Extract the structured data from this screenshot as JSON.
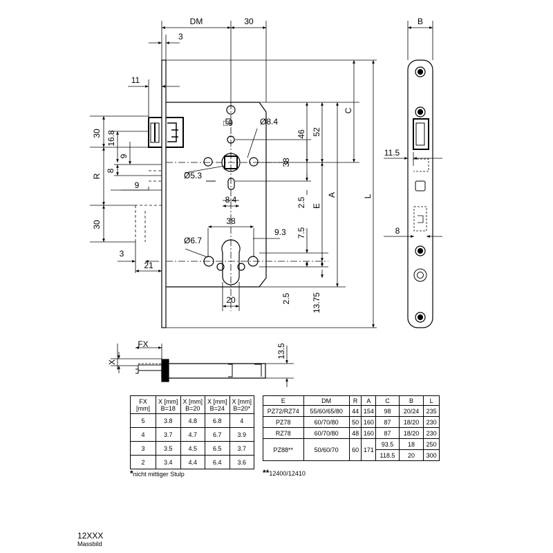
{
  "drawing": {
    "front": {
      "labels": {
        "dm": "DM",
        "d30_top": "30",
        "d3_top": "3",
        "d11": "11",
        "d30_left": "30",
        "d16_8": "16.8",
        "d9a": "9",
        "d8": "8",
        "r": "R",
        "d9b": "9",
        "d30_lower": "30",
        "d3_lower": "3",
        "d21": "21",
        "sq9": "□9",
        "dia8_4": "Ø8.4",
        "dia5_3": "Ø5.3",
        "d8_4": "8.4",
        "d38_h": "38",
        "dia6_7": "Ø6.7",
        "d9_3": "9.3",
        "d20": "20",
        "v46": "46",
        "v52": "52",
        "vC": "C",
        "v38": "38",
        "v2_5a": "2.5",
        "vE": "E",
        "vA": "A",
        "vL": "L",
        "v7_5": "7.5",
        "v2_5b": "2.5",
        "v13_75": "13.75"
      }
    },
    "side": {
      "labels": {
        "b": "B",
        "d11_5": "11.5",
        "d8": "8"
      }
    },
    "bottom": {
      "labels": {
        "fx": "FX",
        "x": "X",
        "d13_5": "13.5"
      }
    }
  },
  "table_fx": {
    "header": [
      [
        "FX",
        "[mm]"
      ],
      [
        "X [mm]",
        "B=18"
      ],
      [
        "X [mm]",
        "B=20"
      ],
      [
        "X [mm]",
        "B=24"
      ],
      [
        "X [mm]",
        "B=20*"
      ]
    ],
    "rows": [
      [
        "5",
        "3.8",
        "4.8",
        "6.8",
        "4"
      ],
      [
        "4",
        "3.7",
        "4.7",
        "6.7",
        "3.9"
      ],
      [
        "3",
        "3.5",
        "4.5",
        "6.5",
        "3.7"
      ],
      [
        "2",
        "3.4",
        "4.4",
        "6.4",
        "3.6"
      ]
    ],
    "note_mark": "*",
    "note": "nicht mittiger Stulp"
  },
  "table_models": {
    "header": [
      "E",
      "DM",
      "R",
      "A",
      "C",
      "B",
      "L"
    ],
    "rows": [
      [
        "PZ72/RZ74",
        "55/60/65/80",
        "44",
        "154",
        "98",
        "20/24",
        "235"
      ],
      [
        "PZ78",
        "60/70/80",
        "50",
        "160",
        "87",
        "18/20",
        "230"
      ],
      [
        "RZ78",
        "60/70/80",
        "48",
        "160",
        "87",
        "18/20",
        "230"
      ]
    ],
    "last_row": {
      "e": "PZ88**",
      "dm": "50/60/70",
      "r": "60",
      "a": "171",
      "c1": "93.5",
      "c2": "118.5",
      "b1": "18",
      "b2": "20",
      "l1": "250",
      "l2": "300"
    },
    "note_mark": "**",
    "note": "12400/12410"
  },
  "footer": {
    "code": "12XXX",
    "subtitle": "Massbild"
  }
}
